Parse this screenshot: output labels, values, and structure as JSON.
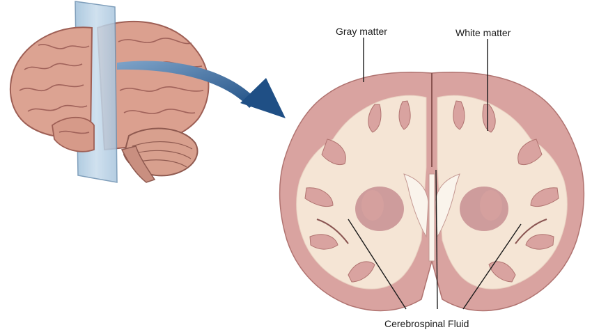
{
  "labels": {
    "gray_matter": "Gray matter",
    "white_matter": "White matter",
    "csf": "Cerebrospinal Fluid"
  },
  "colors": {
    "gray_matter": "#d9a3a0",
    "gray_matter_dark": "#b07370",
    "white_matter": "#f5e5d5",
    "brain_surface": "#dba08f",
    "cutting_plane": "#b8d2e6",
    "arrow": "#2b5f95",
    "leader_line": "#1a1a1a",
    "basal_ganglia": "#c48a8d"
  }
}
